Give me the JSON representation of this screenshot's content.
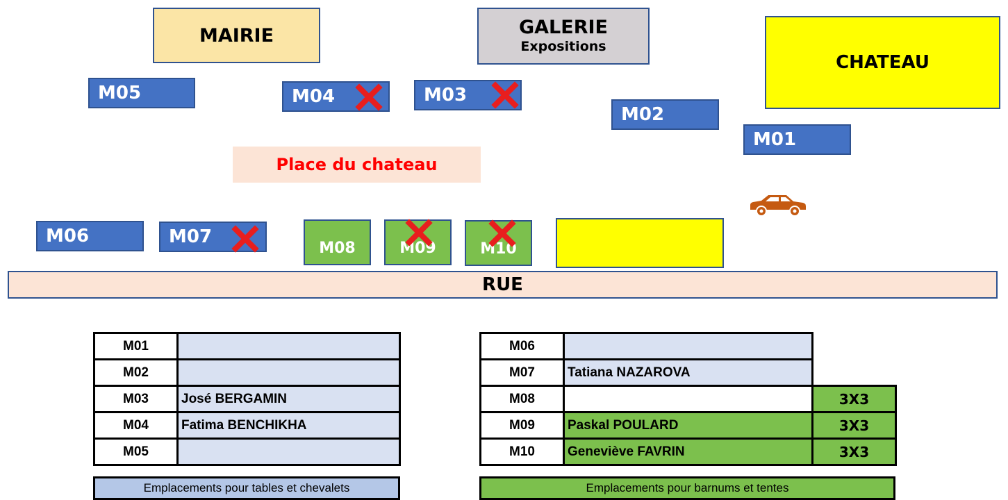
{
  "buildings": {
    "mairie": "MAIRIE",
    "galerie_title": "GALERIE",
    "galerie_sub": "Expositions",
    "chateau": "CHATEAU"
  },
  "spots": {
    "m01": "M01",
    "m02": "M02",
    "m03": "M03",
    "m04": "M04",
    "m05": "M05",
    "m06": "M06",
    "m07": "M07",
    "m08": "M08",
    "m09": "M09",
    "m10": "M10"
  },
  "taken_spots": [
    "M03",
    "M04",
    "M07",
    "M09",
    "M10"
  ],
  "place_label": "Place du chateau",
  "rue_label": "RUE",
  "colors": {
    "blue_spot": "#4472c4",
    "green_spot": "#7cc04d",
    "cross": "#e81e1e",
    "car": "#c55a11"
  },
  "icons": {
    "taken_mark": "x-cross-icon",
    "vehicle": "car-icon"
  },
  "left_table": [
    {
      "code": "M01",
      "name": ""
    },
    {
      "code": "M02",
      "name": ""
    },
    {
      "code": "M03",
      "name": "José BERGAMIN"
    },
    {
      "code": "M04",
      "name": "Fatima BENCHIKHA"
    },
    {
      "code": "M05",
      "name": ""
    }
  ],
  "right_table": [
    {
      "code": "M06",
      "name": "",
      "size": ""
    },
    {
      "code": "M07",
      "name": "Tatiana NAZAROVA",
      "size": ""
    },
    {
      "code": "M08",
      "name": "",
      "size": "3X3"
    },
    {
      "code": "M09",
      "name": "Paskal POULARD",
      "size": "3X3"
    },
    {
      "code": "M10",
      "name": "Geneviève FAVRIN",
      "size": "3X3"
    }
  ],
  "legend": {
    "tables": "Emplacements pour tables et chevalets",
    "barnums": "Emplacements pour barnums et tentes"
  }
}
